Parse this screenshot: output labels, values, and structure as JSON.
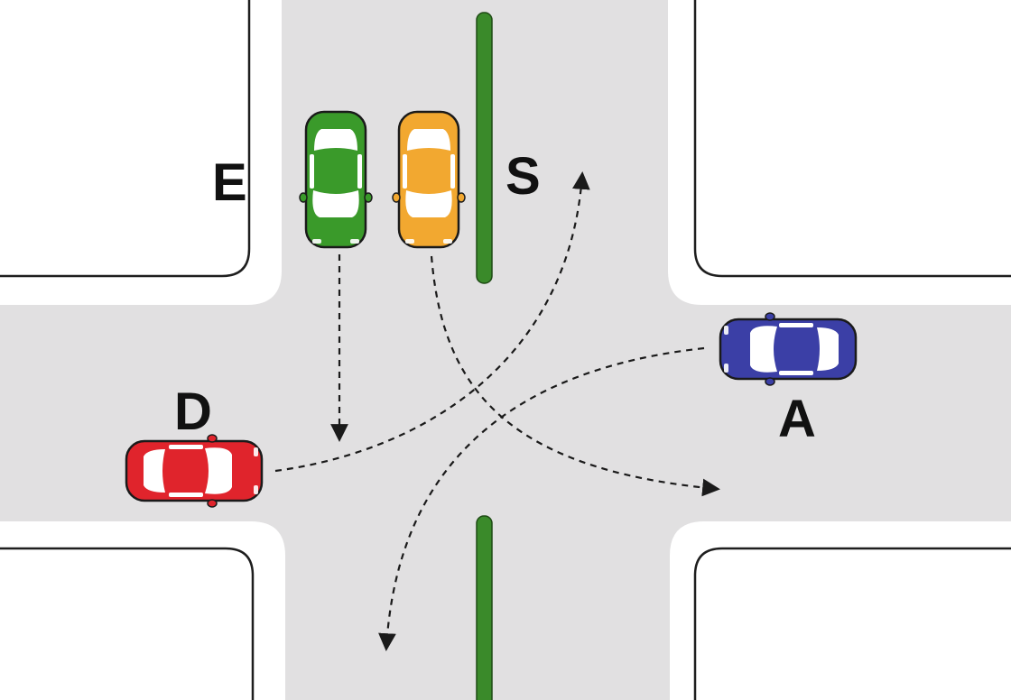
{
  "colors": {
    "road": "#e1e0e1",
    "block": "#ffffff",
    "curb": "#1e1e1e",
    "median": "#3a8a2a",
    "car_green": "#3a9a2a",
    "car_yellow": "#f2a830",
    "car_red": "#e0242c",
    "car_blue": "#3b3fa6",
    "glass": "#ffffff",
    "path": "#1a1a1a"
  },
  "cars": [
    {
      "id": "E",
      "label": "E",
      "color_key": "car_green",
      "heading": "south",
      "icon": "car-top-view-icon"
    },
    {
      "id": "S",
      "label": "S",
      "color_key": "car_yellow",
      "heading": "south",
      "icon": "car-top-view-icon"
    },
    {
      "id": "D",
      "label": "D",
      "color_key": "car_red",
      "heading": "east",
      "icon": "car-top-view-icon"
    },
    {
      "id": "A",
      "label": "A",
      "color_key": "car_blue",
      "heading": "west",
      "icon": "car-top-view-icon"
    }
  ],
  "paths": [
    {
      "car": "E",
      "movement": "straight-south"
    },
    {
      "car": "S",
      "movement": "left-turn-east"
    },
    {
      "car": "D",
      "movement": "left-turn-north"
    },
    {
      "car": "A",
      "movement": "left-turn-south"
    }
  ]
}
